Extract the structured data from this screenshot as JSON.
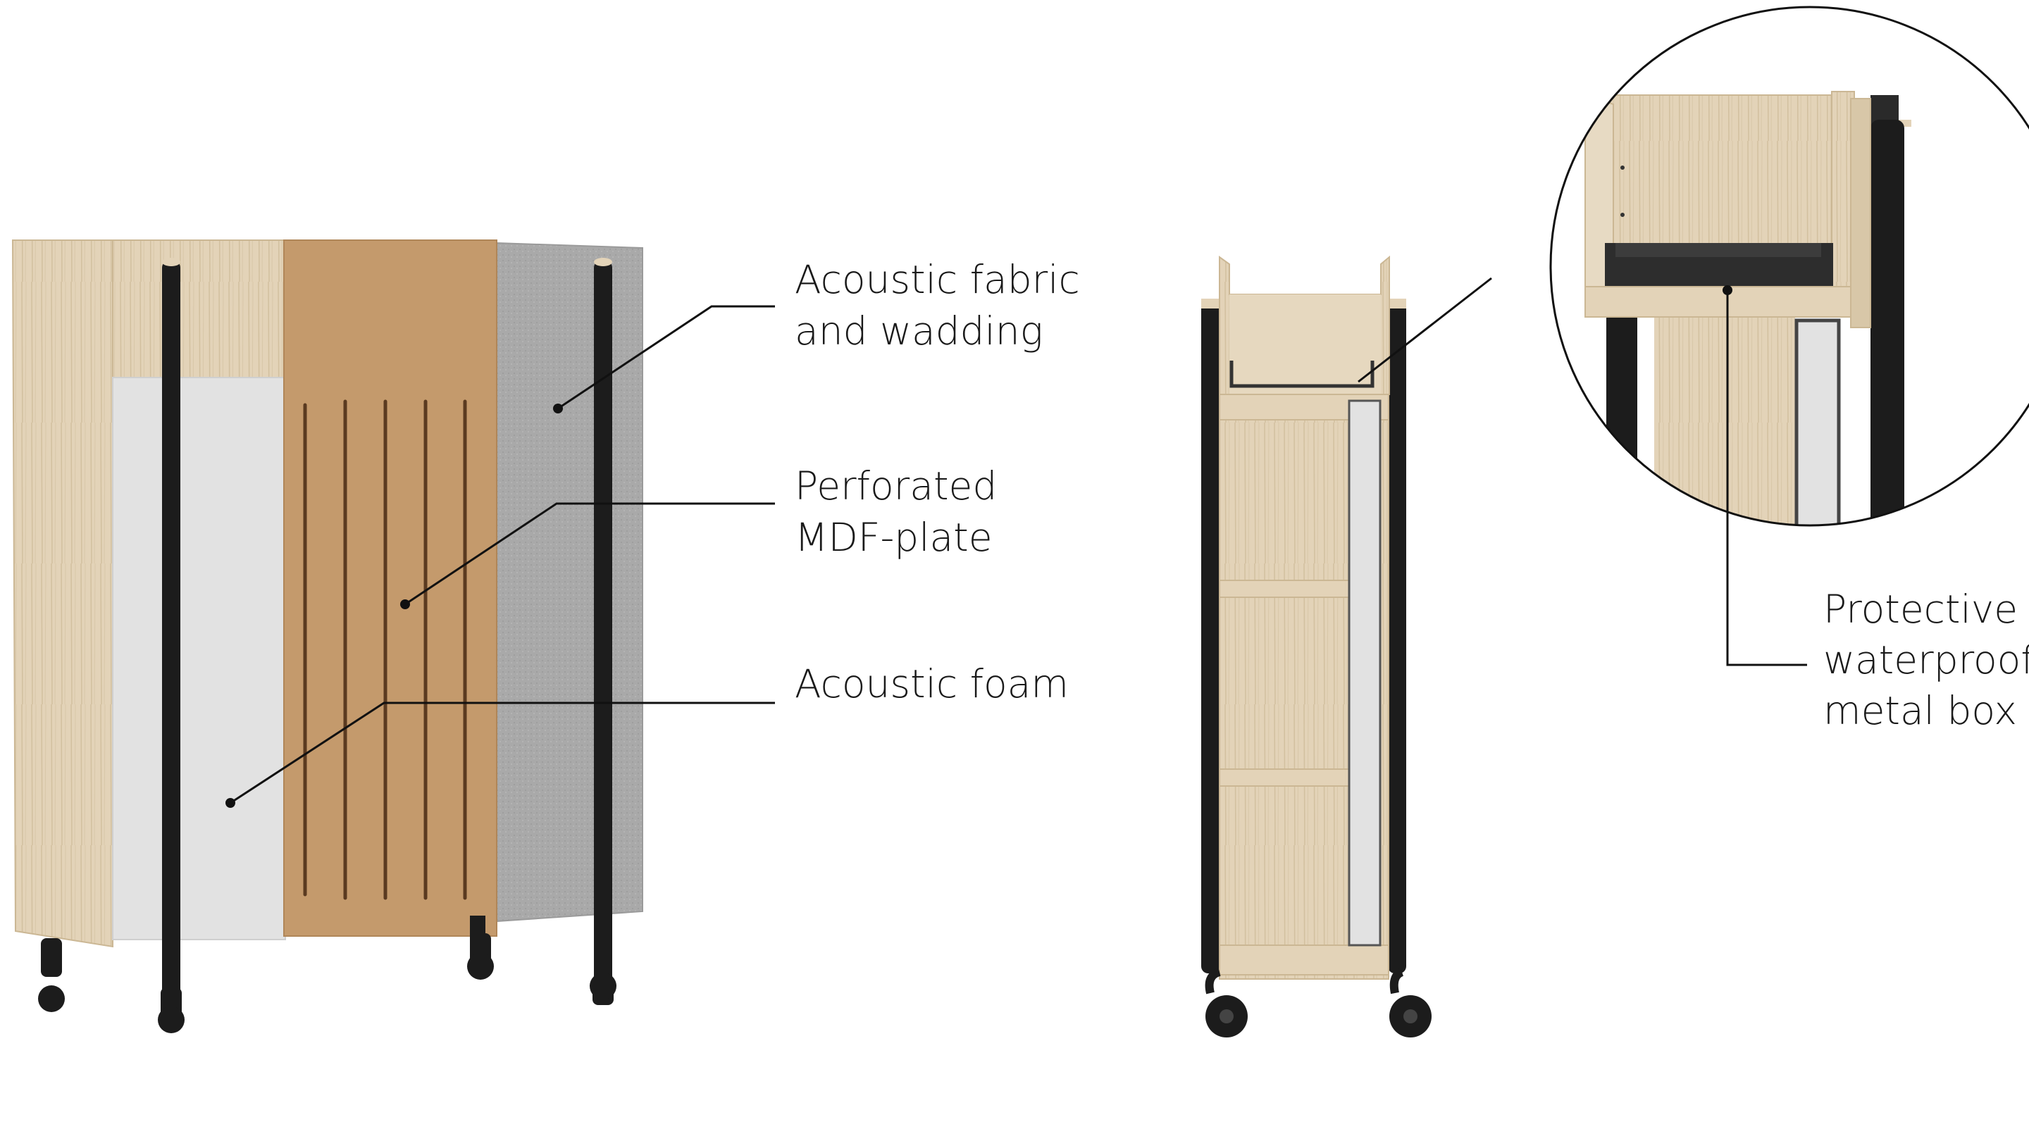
{
  "labels": {
    "fabric_line1": "Acoustic fabric",
    "fabric_line2": "and wadding",
    "mdf_line1": "Perforated",
    "mdf_line2": "MDF-plate",
    "foam_line1": "Acoustic foam",
    "box_line1": "Protective",
    "box_line2": "waterproof",
    "box_line3": "metal box"
  },
  "colors": {
    "wood": "#e3d3b8",
    "wood_dark": "#cbb794",
    "mdf": "#c49a6c",
    "mdf_slot": "#5a3a20",
    "felt": "#a8a8a8",
    "foam": "#e2e2e2",
    "metal": "#1c1c1c",
    "line": "#111111"
  }
}
